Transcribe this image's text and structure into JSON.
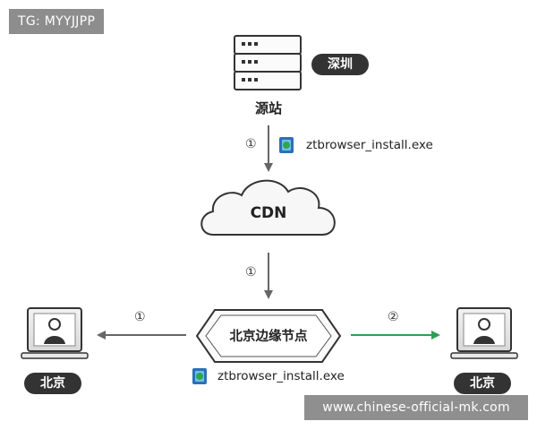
{
  "watermarks": {
    "top": "TG: MYYJJPP",
    "bottom": "www.chinese-official-mk.com"
  },
  "origin": {
    "label": "源站",
    "location": "深圳"
  },
  "cdn": {
    "label": "CDN"
  },
  "edge_node": {
    "label": "北京边缘节点"
  },
  "clients": {
    "left": {
      "location": "北京"
    },
    "right": {
      "location": "北京"
    }
  },
  "steps": {
    "origin_to_cdn": "①",
    "cdn_to_edge": "①",
    "edge_to_left": "①",
    "edge_to_right": "②"
  },
  "files": {
    "top": "ztbrowser_install.exe",
    "bottom": "ztbrowser_install.exe"
  },
  "colors": {
    "arrow_gray": "#666666",
    "arrow_green": "#2e9e52",
    "pill_bg": "#333333"
  },
  "icons": {
    "origin": "server-icon",
    "clients": "laptop-user-icon",
    "files": "installer-file-icon"
  }
}
